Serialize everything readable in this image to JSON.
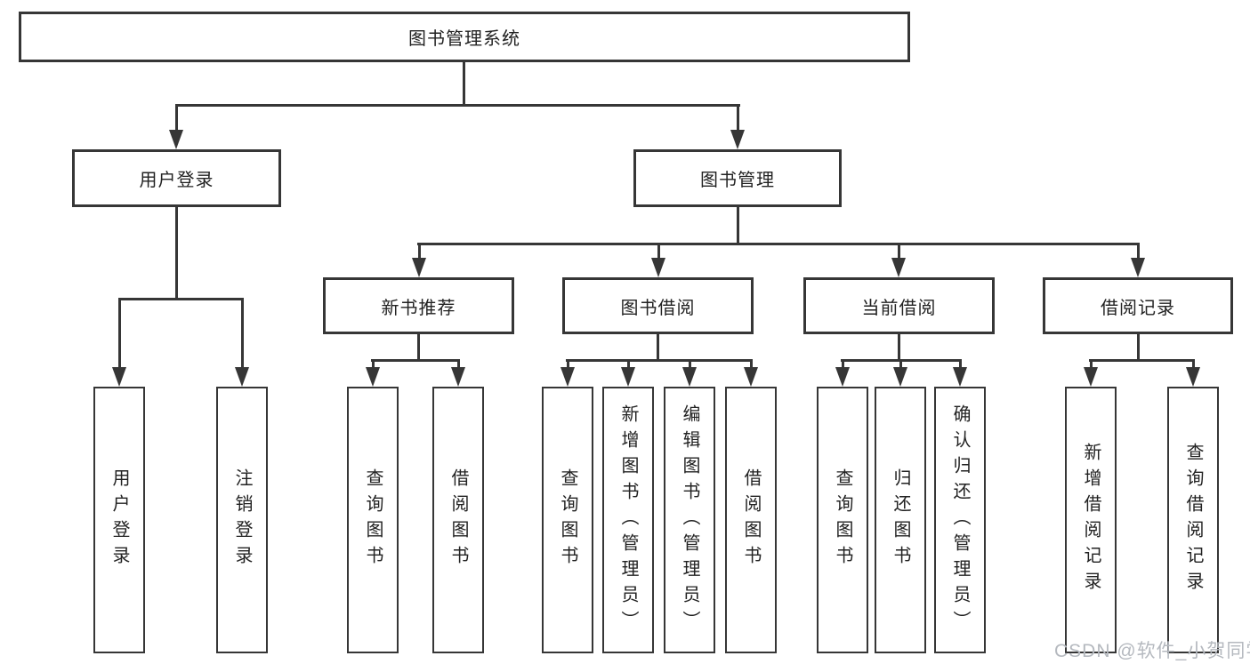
{
  "diagram_type": "functional-structure-tree",
  "colors": {
    "line": "#363636",
    "box_border": "#363636",
    "text": "#222222",
    "background": "#ffffff",
    "watermark": "#b5b9bf"
  },
  "tree": {
    "label": "图书管理系统",
    "children": [
      {
        "label": "用户登录",
        "children": [
          {
            "label": "用户登录"
          },
          {
            "label": "注销登录"
          }
        ]
      },
      {
        "label": "图书管理",
        "children": [
          {
            "label": "新书推荐",
            "children": [
              {
                "label": "查询图书"
              },
              {
                "label": "借阅图书"
              }
            ]
          },
          {
            "label": "图书借阅",
            "children": [
              {
                "label": "查询图书"
              },
              {
                "label": "新增图书（管理员）"
              },
              {
                "label": "编辑图书（管理员）"
              },
              {
                "label": "借阅图书"
              }
            ]
          },
          {
            "label": "当前借阅",
            "children": [
              {
                "label": "查询图书"
              },
              {
                "label": "归还图书"
              },
              {
                "label": "确认归还（管理员）"
              }
            ]
          },
          {
            "label": "借阅记录",
            "children": [
              {
                "label": "新增借阅记录"
              },
              {
                "label": "查询借阅记录"
              }
            ]
          }
        ]
      }
    ]
  },
  "watermark": {
    "text": "CSDN @软件_小贺同学"
  }
}
